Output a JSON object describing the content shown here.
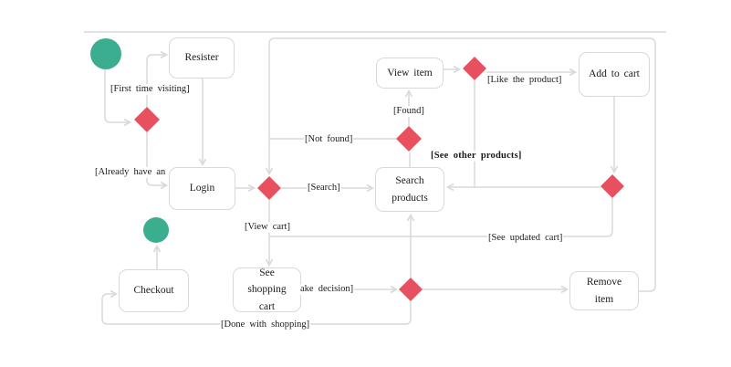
{
  "diagram": {
    "type": "uml-activity-diagram",
    "nodes": {
      "register": {
        "label": "Resister"
      },
      "login": {
        "label": "Login"
      },
      "view_item": {
        "label": "View item"
      },
      "add_to_cart": {
        "label": "Add to cart"
      },
      "search_products": {
        "label": "Search products"
      },
      "see_shopping_cart": {
        "label": "See shopping cart"
      },
      "checkout": {
        "label": "Checkout"
      },
      "remove_item": {
        "label": "Remove item"
      }
    },
    "edge_labels": {
      "first_time": "[First time visiting]",
      "already_have": "[Already have an",
      "search": "[Search]",
      "found": "[Found]",
      "not_found": "[Not found]",
      "like_product": "[Like the product]",
      "see_other_products": "[See other products]",
      "view_cart": "[View cart]",
      "see_updated_cart": "[See updated cart]",
      "make_decision": "ake decision]",
      "done_with_shopping": "[Done with shopping]"
    },
    "colors": {
      "decision_diamond": "#e8505f",
      "terminal_node": "#3cae90",
      "edge_line": "#d9d9d9",
      "node_border": "#d9d9d9",
      "node_fill": "#ffffff",
      "label_text": "#1b1b1b"
    }
  }
}
